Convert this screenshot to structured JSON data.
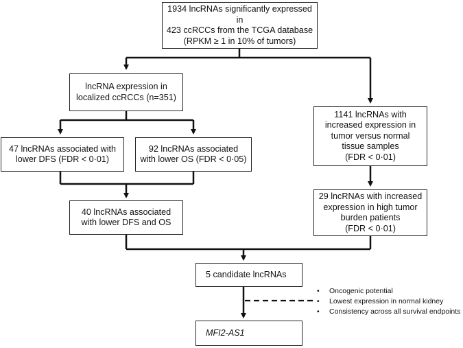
{
  "diagram": {
    "boxes": {
      "top": "1934 lncRNAs significantly expressed in\n423 ccRCCs from the TCGA database\n(RPKM ≥  1 in 10% of tumors)",
      "localized": "lncRNA expression in\nlocalized ccRCCs (n=351)",
      "dfs": "47 lncRNAs associated with\nlower DFS (FDR < 0·01)",
      "os": "92 lncRNAs associated\nwith lower OS (FDR < 0·05)",
      "dfs_os": "40 lncRNAs associated\nwith lower DFS and OS",
      "increased": "1141 lncRNAs with\nincreased expression in\ntumor versus normal\ntissue samples\n(FDR < 0·01)",
      "high_burden": "29 lncRNAs with increased\nexpression in high tumor\nburden patients\n(FDR < 0·01)",
      "candidates": "5 candidate lncRNAs",
      "final": "MFI2-AS1"
    },
    "criteria": [
      "Oncogenic potential",
      "Lowest expression in normal  kidney",
      "Consistency across all survival endpoints"
    ]
  }
}
